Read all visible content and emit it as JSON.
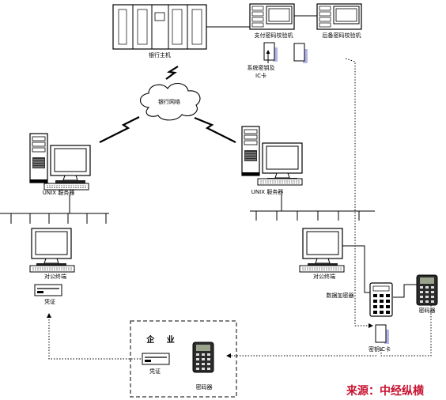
{
  "labels": {
    "bank_host": "银行主机",
    "pay_keycheck": "支付密码校验机",
    "backup_keycheck": "后备密码校验机",
    "cipher_ic_line1": "系统密钥及",
    "cipher_ic_line2": "IC卡",
    "bank_network": "银行网络",
    "unix_left": "UNIX 服务器",
    "unix_right": "UNIX 服务器",
    "pubterm_left": "对公终端",
    "pubterm_right": "对公终端",
    "printer_left": "凭证",
    "encryptor": "数据加密器",
    "code_device_right": "密码器",
    "enterprise": "企 业",
    "printer_enterprise": "凭证",
    "code_device_enterprise": "密码器",
    "key_ic": "密钥IC卡"
  },
  "source": {
    "prefix": "来源：",
    "name": "中经纵横"
  },
  "colors": {
    "source": "#c8102e",
    "card_tab": "#b4b4e6",
    "line": "#000000"
  }
}
